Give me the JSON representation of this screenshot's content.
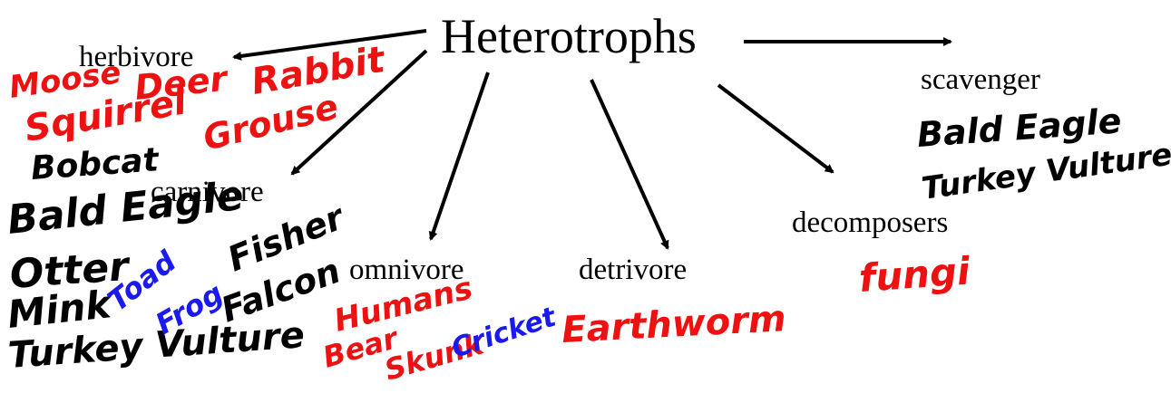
{
  "diagram": {
    "root": "Heterotrophs",
    "categories": {
      "herbivore": "herbivore",
      "carnivore": "carnivore",
      "omnivore": "omnivore",
      "detrivore": "detrivore",
      "decomposers": "decomposers",
      "scavenger": "scavenger"
    },
    "handwritten": {
      "herbivore_examples": [
        "Moose",
        "Deer",
        "Rabbit",
        "Squirrel",
        "Grouse"
      ],
      "carnivore_examples": [
        "Bobcat",
        "Bald Eagle",
        "Otter",
        "Fisher",
        "Mink",
        "Falcon",
        "Turkey Vulture"
      ],
      "carnivore_examples_blue": [
        "Toad",
        "Frog"
      ],
      "omnivore_examples": [
        "Humans",
        "Bear",
        "Skunk"
      ],
      "omnivore_examples_blue": [
        "Cricket"
      ],
      "detrivore_examples": [
        "Earthworm"
      ],
      "decomposers_examples": [
        "fungi"
      ],
      "scavenger_examples": [
        "Bald Eagle",
        "Turkey Vulture"
      ]
    },
    "colors": {
      "arrow": "#000000",
      "ink_black": "#000000",
      "ink_red": "#ee1111",
      "ink_blue": "#1a1aee"
    }
  }
}
